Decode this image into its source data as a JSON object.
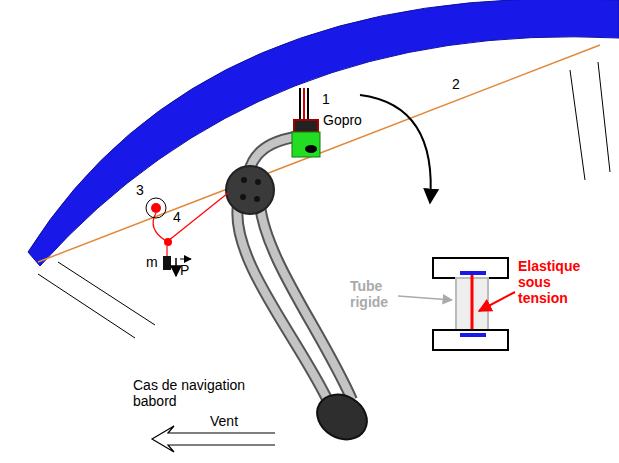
{
  "diagram": {
    "labels": [
      "1",
      "Gopro",
      "2",
      "3",
      "4",
      "m",
      "P",
      "Elastique sous tension",
      "Tube rigide",
      "Cas de navigation babord",
      "Vent"
    ]
  }
}
